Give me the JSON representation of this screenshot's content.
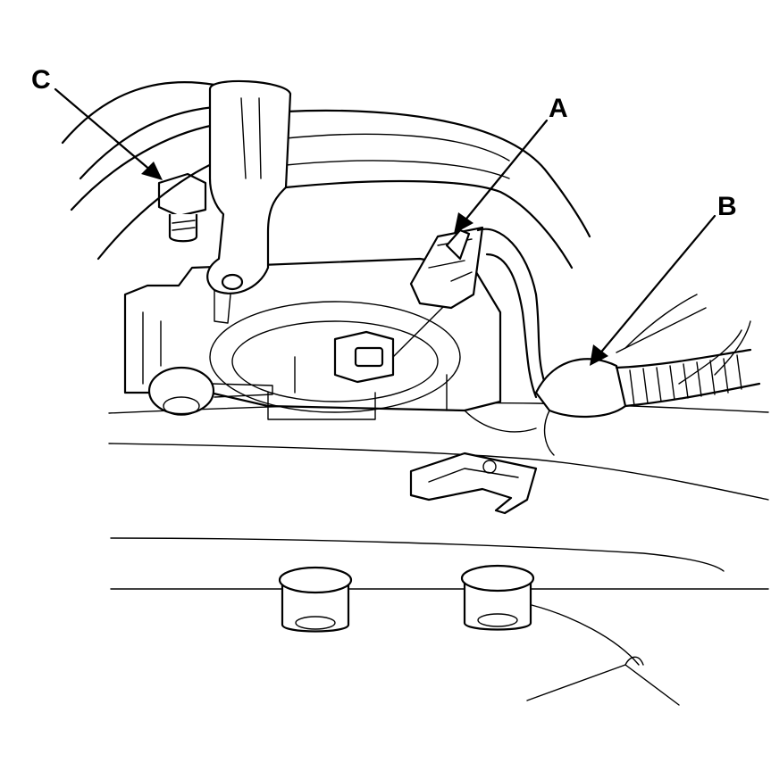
{
  "diagram": {
    "callouts": [
      {
        "id": "A",
        "label": "A"
      },
      {
        "id": "B",
        "label": "B"
      },
      {
        "id": "C",
        "label": "C"
      }
    ],
    "colors": {
      "line": "#000000",
      "background": "#ffffff"
    }
  }
}
